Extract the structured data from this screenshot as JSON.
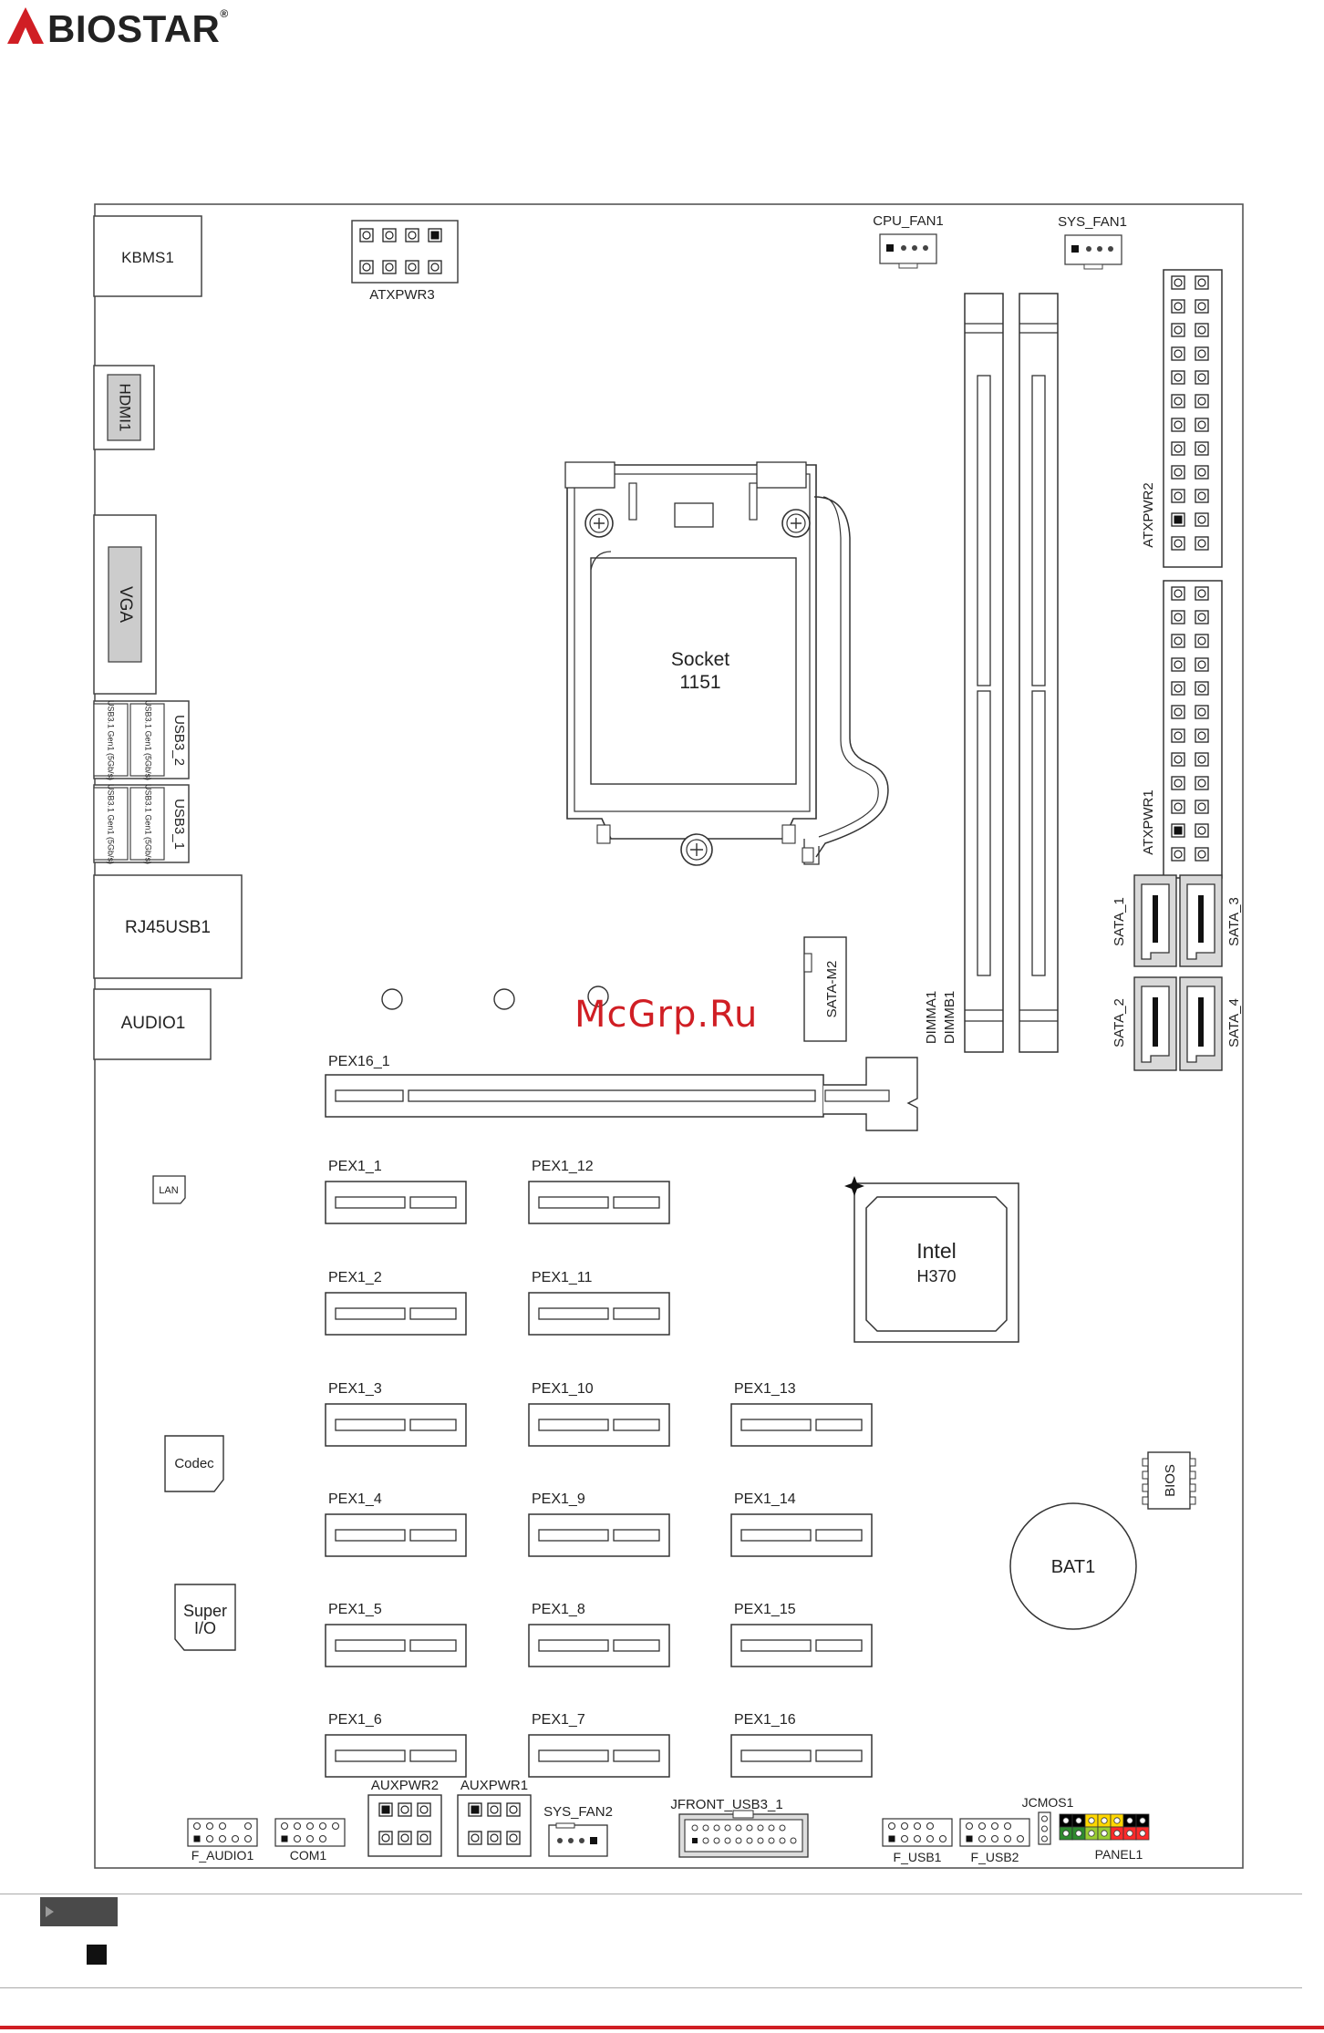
{
  "brand": {
    "name": "BIOSTAR",
    "mark": "®",
    "accent": "#d01e24"
  },
  "watermark": "McGrp.Ru",
  "rear_io": {
    "kbms": "KBMS1",
    "hdmi": "HDMI1",
    "vga": "VGA",
    "usb3_2": {
      "label": "USB3_2",
      "port_a": "USB3.1 Gen1 (5Gb/s)",
      "port_b": "USB3.1 Gen1 (5Gb/s)"
    },
    "usb3_1": {
      "label": "USB3_1",
      "port_a": "USB3.1 Gen1 (5Gb/s)",
      "port_b": "USB3.1 Gen1 (5Gb/s)"
    },
    "rj45": "RJ45USB1",
    "audio": "AUDIO1"
  },
  "power": {
    "atx8": "ATXPWR3",
    "atx2": "ATXPWR2",
    "atx1": "ATXPWR1",
    "aux2": "AUXPWR2",
    "aux1": "AUXPWR1"
  },
  "fans": {
    "cpu": "CPU_FAN1",
    "sys1": "SYS_FAN1",
    "sys2": "SYS_FAN2"
  },
  "socket": {
    "line1": "Socket",
    "line2": "1151"
  },
  "memory": {
    "a": "DIMMA1",
    "b": "DIMMB1"
  },
  "sata": {
    "s1": "SATA_1",
    "s2": "SATA_2",
    "s3": "SATA_3",
    "s4": "SATA_4",
    "m2": "SATA-M2"
  },
  "slots": {
    "x16": "PEX16_1",
    "x1": [
      "PEX1_1",
      "PEX1_2",
      "PEX1_3",
      "PEX1_4",
      "PEX1_5",
      "PEX1_6",
      "PEX1_7",
      "PEX1_8",
      "PEX1_9",
      "PEX1_10",
      "PEX1_11",
      "PEX1_12",
      "PEX1_13",
      "PEX1_14",
      "PEX1_15",
      "PEX1_16"
    ]
  },
  "chips": {
    "lan": "LAN",
    "codec": "Codec",
    "superio_1": "Super",
    "superio_2": "I/O",
    "pch_1": "Intel",
    "pch_2": "H370",
    "bios": "BIOS",
    "battery": "BAT1"
  },
  "headers": {
    "f_audio": "F_AUDIO1",
    "com": "COM1",
    "jfront_usb3": "JFRONT_USB3_1",
    "f_usb1": "F_USB1",
    "f_usb2": "F_USB2",
    "jcmos": "JCMOS1",
    "panel": "PANEL1"
  },
  "panel_pin_colors": {
    "top": [
      "#000000",
      "#000000",
      "#ffd700",
      "#ffd700",
      "#ffd700",
      "#000000",
      "#000000"
    ],
    "bottom": [
      "#2e8b2e",
      "#2e8b2e",
      "#9acd32",
      "#9acd32",
      "#ff2a2a",
      "#ff2a2a",
      "#ff2a2a"
    ]
  }
}
